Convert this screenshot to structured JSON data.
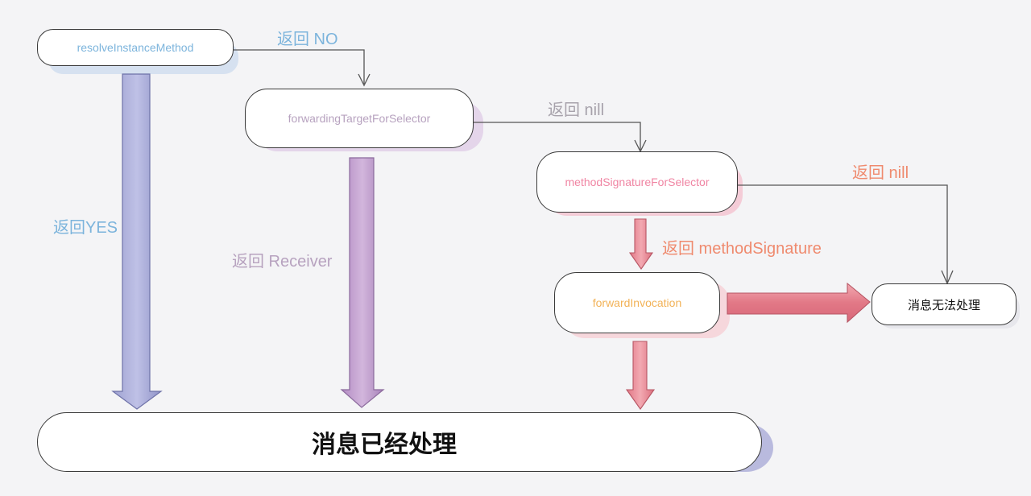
{
  "nodes": {
    "resolve": "resolveInstanceMethod",
    "forwarding_target": "forwardingTargetForSelector",
    "method_signature": "methodSignatureForSelector",
    "forward_invocation": "forwardInvocation",
    "cannot_handle": "消息无法处理",
    "handled": "消息已经处理"
  },
  "labels": {
    "return_no": "返回 NO",
    "return_nil_1": "返回 nill",
    "return_nil_2": "返回 nill",
    "return_yes": "返回YES",
    "return_receiver": "返回 Receiver",
    "return_method_signature": "返回 methodSignature"
  },
  "colors": {
    "blue": "#7cb4dc",
    "purple": "#b7a2bf",
    "pink": "#f085a3",
    "orange": "#ef8a6e",
    "yellow": "#f2b257",
    "lavender_arrow": "#a6a8d4",
    "violet_arrow": "#bc98c8",
    "red_arrow": "#e98a95",
    "line": "#555555"
  }
}
